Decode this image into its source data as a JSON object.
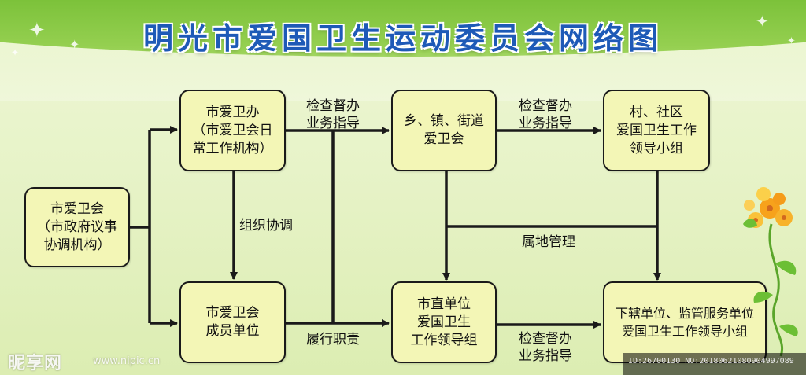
{
  "title": "明光市爱国卫生运动委员会网络图",
  "nodes": {
    "committee": "市爱卫会\n（市政府议事\n协调机构）",
    "office": "市爱卫办\n（市爱卫会日\n常工作机构）",
    "member_units": "市爱卫会\n成员单位",
    "township": "乡、镇、街道\n爱卫会",
    "city_direct": "市直单位\n爱国卫生\n工作领导组",
    "village": "村、社区\n爱国卫生工作\n领导小组",
    "subordinate": "下辖单位、监管服务单位\n爱国卫生工作领导小组"
  },
  "edge_labels": {
    "inspect_top_left": "检查督办\n业务指导",
    "inspect_top_right": "检查督办\n业务指导",
    "organize": "组织协调",
    "territorial": "属地管理",
    "duties": "履行职责",
    "inspect_bottom": "检查督办\n业务指导"
  },
  "watermark": {
    "logo": "昵享网",
    "url": "www.nipic.cn",
    "id": "ID:26700130 NO:20180621080904997089"
  },
  "colors": {
    "title": "#1e5ab7",
    "node_fill": "#f3f6b6",
    "line": "#1a1a1a",
    "header_green": "#7cc23a"
  }
}
